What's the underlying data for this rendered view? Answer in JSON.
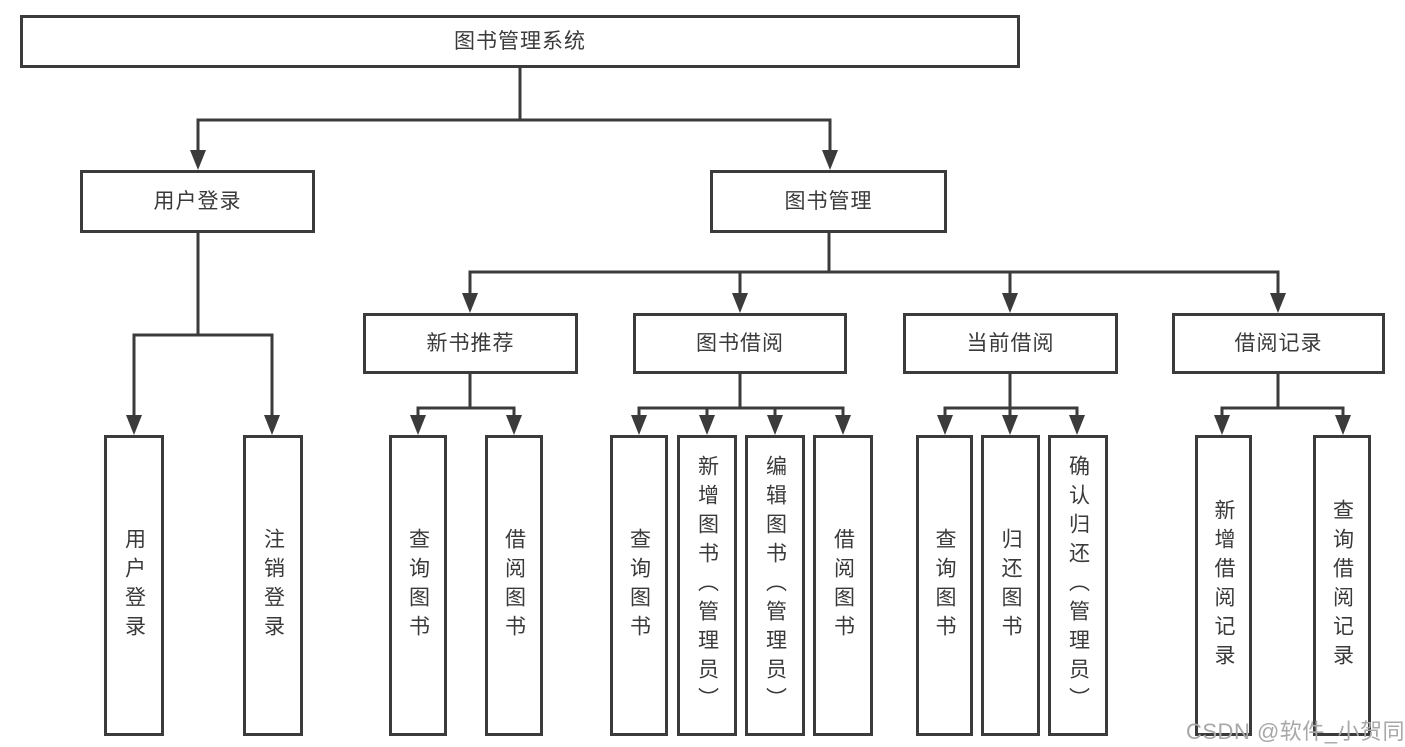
{
  "tree": {
    "label": "图书管理系统",
    "children": [
      {
        "label": "用户登录",
        "children": [
          {
            "label": "用户登录"
          },
          {
            "label": "注销登录"
          }
        ]
      },
      {
        "label": "图书管理",
        "children": [
          {
            "label": "新书推荐",
            "children": [
              {
                "label": "查询图书"
              },
              {
                "label": "借阅图书"
              }
            ]
          },
          {
            "label": "图书借阅",
            "children": [
              {
                "label": "查询图书"
              },
              {
                "label": "新增图书（管理员）"
              },
              {
                "label": "编辑图书（管理员）"
              },
              {
                "label": "借阅图书"
              }
            ]
          },
          {
            "label": "当前借阅",
            "children": [
              {
                "label": "查询图书"
              },
              {
                "label": "归还图书"
              },
              {
                "label": "确认归还（管理员）"
              }
            ]
          },
          {
            "label": "借阅记录",
            "children": [
              {
                "label": "新增借阅记录"
              },
              {
                "label": "查询借阅记录"
              }
            ]
          }
        ]
      }
    ]
  },
  "colors": {
    "line": "#3b3b3b",
    "text": "#3a3a3a",
    "watermark": "#a8a8a8"
  },
  "watermark": "CSDN @软件_小贺同学"
}
